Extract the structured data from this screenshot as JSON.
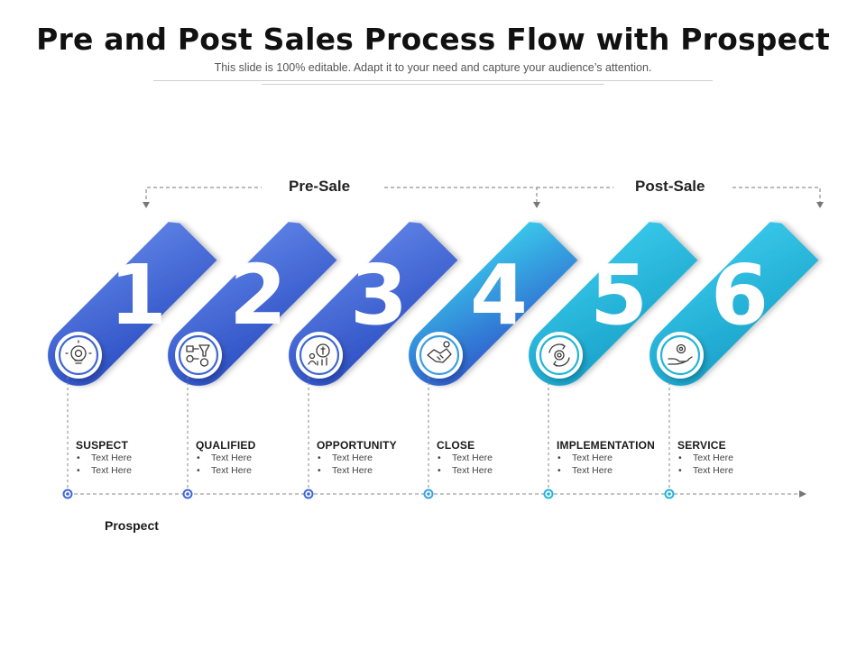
{
  "title": "Pre and Post Sales Process Flow with Prospect",
  "subtitle": "This slide is 100% editable. Adapt it to your need and capture your audience’s attention.",
  "phases": {
    "pre_sale": "Pre-Sale",
    "post_sale": "Post-Sale"
  },
  "steps": [
    {
      "number": "1",
      "title": "SUSPECT",
      "bullets": [
        "Text Here",
        "Text Here"
      ],
      "icon": "lightbulb-gear-icon",
      "color": "#3f66d4"
    },
    {
      "number": "2",
      "title": "QUALIFIED",
      "bullets": [
        "Text Here",
        "Text Here"
      ],
      "icon": "funnel-flow-icon",
      "color": "#3f66d4"
    },
    {
      "number": "3",
      "title": "OPPORTUNITY",
      "bullets": [
        "Text Here",
        "Text Here"
      ],
      "icon": "money-growth-icon",
      "color": "#3f66d4"
    },
    {
      "number": "4",
      "title": "CLOSE",
      "bullets": [
        "Text Here",
        "Text Here"
      ],
      "icon": "handshake-icon",
      "color": "#3b9fe0"
    },
    {
      "number": "5",
      "title": "IMPLEMENTATION",
      "bullets": [
        "Text Here",
        "Text Here"
      ],
      "icon": "gear-cycle-icon",
      "color": "#22b4d8"
    },
    {
      "number": "6",
      "title": "SERVICE",
      "bullets": [
        "Text Here",
        "Text Here"
      ],
      "icon": "hand-gear-icon",
      "color": "#22b4d8"
    }
  ],
  "timeline_label": "Prospect",
  "colors": {
    "blue": "#3f66d4",
    "cyan": "#22b4d8",
    "dark_blue": "#2f4fc0"
  }
}
